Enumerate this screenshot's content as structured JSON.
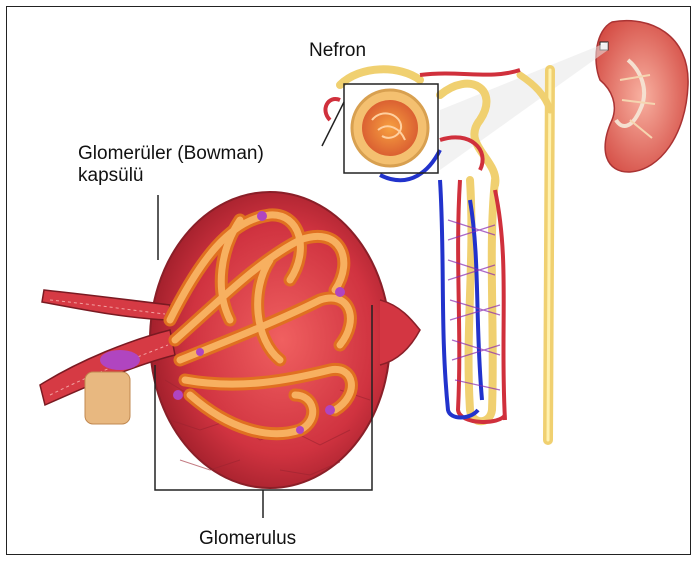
{
  "labels": {
    "nefron": "Nefron",
    "bowman_line1": "Glomerüler (Bowman)",
    "bowman_line2": "kapsülü",
    "glomerulus": "Glomerulus"
  },
  "colors": {
    "capsule": "#c8303a",
    "capillary": "#f08a2c",
    "vein": "#2233cc",
    "tubule": "#f0d060",
    "outline": "#222222"
  }
}
